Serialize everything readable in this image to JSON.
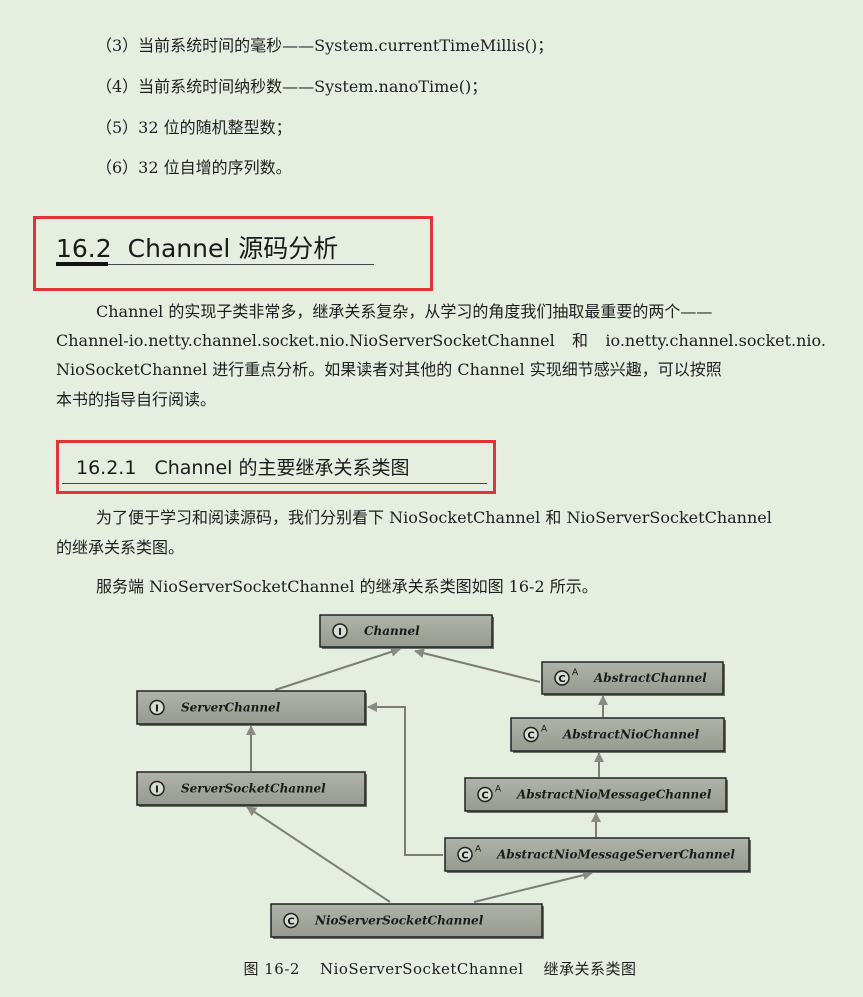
{
  "list_items": [
    "（3）当前系统时间的毫秒——System.currentTimeMillis()；",
    "（4）当前系统时间纳秒数——System.nanoTime()；",
    "（5）32 位的随机整型数；",
    "（6）32 位自增的序列数。"
  ],
  "section": {
    "number": "16.2",
    "title": "Channel 源码分析",
    "paragraph_lines": [
      "Channel 的实现子类非常多，继承关系复杂，从学习的角度我们抽取最重要的两个——",
      [
        "Channel-io.netty.channel.socket.nio.NioServerSocketChannel",
        "和",
        "io.netty.channel.socket.nio."
      ],
      "NioSocketChannel 进行重点分析。如果读者对其他的 Channel 实现细节感兴趣，可以按照",
      "本书的指导自行阅读。"
    ]
  },
  "subsection": {
    "number": "16.2.1",
    "title": "Channel 的主要继承关系类图",
    "paragraph_lines": [
      "为了便于学习和阅读源码，我们分别看下 NioSocketChannel 和 NioServerSocketChannel",
      "的继承关系类图。"
    ],
    "intro": "服务端 NioServerSocketChannel 的继承关系类图如图 16-2 所示。"
  },
  "diagram": {
    "nodes": [
      {
        "id": "channel",
        "label": "Channel",
        "kind": "interface"
      },
      {
        "id": "abstract-channel",
        "label": "AbstractChannel",
        "kind": "abstract-class"
      },
      {
        "id": "server-channel",
        "label": "ServerChannel",
        "kind": "interface"
      },
      {
        "id": "abstract-nio-channel",
        "label": "AbstractNioChannel",
        "kind": "abstract-class"
      },
      {
        "id": "server-socket-channel",
        "label": "ServerSocketChannel",
        "kind": "interface"
      },
      {
        "id": "abstract-nio-message-channel",
        "label": "AbstractNioMessageChannel",
        "kind": "abstract-class"
      },
      {
        "id": "abstract-nio-message-server-channel",
        "label": "AbstractNioMessageServerChannel",
        "kind": "abstract-class"
      },
      {
        "id": "nio-server-socket-channel",
        "label": "NioServerSocketChannel",
        "kind": "class"
      }
    ],
    "edges": [
      {
        "from": "server-channel",
        "to": "channel"
      },
      {
        "from": "abstract-channel",
        "to": "channel"
      },
      {
        "from": "abstract-nio-channel",
        "to": "abstract-channel"
      },
      {
        "from": "abstract-nio-message-channel",
        "to": "abstract-nio-channel"
      },
      {
        "from": "abstract-nio-message-server-channel",
        "to": "abstract-nio-message-channel"
      },
      {
        "from": "abstract-nio-message-server-channel",
        "to": "server-channel"
      },
      {
        "from": "server-socket-channel",
        "to": "server-channel"
      },
      {
        "from": "nio-server-socket-channel",
        "to": "server-socket-channel"
      },
      {
        "from": "nio-server-socket-channel",
        "to": "abstract-nio-message-server-channel"
      }
    ],
    "colors": {
      "node_fill": "#a2a69a",
      "node_border": "#222222",
      "edge": "#7c7c74",
      "heading_box": "#e0333a"
    },
    "caption": {
      "figure": "图 16-2",
      "title": "NioServerSocketChannel",
      "suffix": "继承关系类图"
    }
  }
}
